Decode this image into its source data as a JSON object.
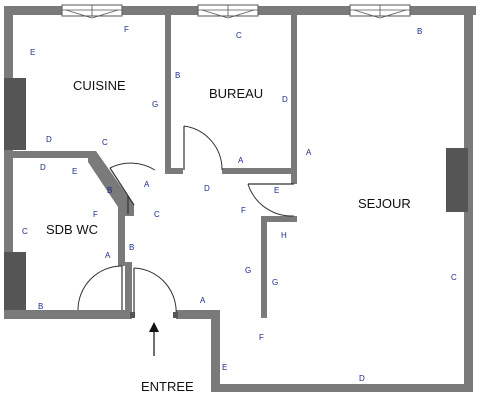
{
  "rooms": {
    "cuisine": "CUISINE",
    "bureau": "BUREAU",
    "sejour": "SEJOUR",
    "sdb_wc": "SDB WC"
  },
  "entrance_label": "ENTREE",
  "markers": {
    "cuisine_e": "E",
    "cuisine_f": "F",
    "cuisine_b": "B",
    "cuisine_g": "G",
    "cuisine_d": "D",
    "cuisine_c": "C",
    "bureau_c": "C",
    "bureau_d": "D",
    "bureau_a": "A",
    "sejour_b": "B",
    "sejour_a": "A",
    "sejour_c": "C",
    "sejour_d": "D",
    "sejour_e": "E",
    "sejour_f": "F",
    "sejour_g": "G",
    "hall_a1": "A",
    "hall_b1": "B",
    "hall_c": "C",
    "hall_d": "D",
    "hall_e": "E",
    "hall_f": "F",
    "hall_h": "H",
    "hall_g": "G",
    "hall_b2": "B",
    "hall_a2": "A",
    "sdb_d": "D",
    "sdb_e": "E",
    "sdb_c": "C",
    "sdb_f": "F",
    "sdb_a": "A",
    "sdb_b": "B"
  }
}
